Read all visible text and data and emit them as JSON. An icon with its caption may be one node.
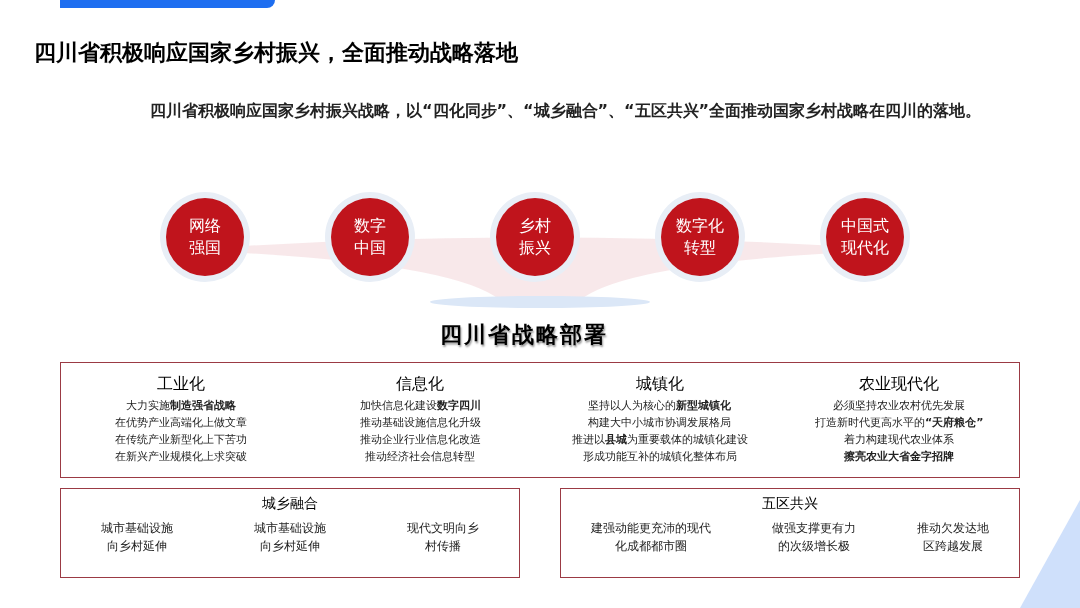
{
  "diagram": {
    "title": "四川省积极响应国家乡村振兴，全面推动战略落地",
    "nodes": [
      {
        "text": [
          "网络强国"
        ]
      },
      {
        "text": [
          "数字中国"
        ]
      },
      {
        "text": [
          "乡村振兴"
        ]
      },
      {
        "text": [
          "数字化转型"
        ]
      },
      {
        "text": [
          "中国式现代化"
        ]
      },
      {
        "text": [
          "工业化",
          "大力实施**制造强省战略**",
          "在优势产业高端化上做文章",
          "在传统产业新型化上下苦功",
          "在新兴产业规模化上求突破",
          "信息化",
          "加快信息化建设**数字四川**",
          "推动基础设施信息化升级",
          "推动企业行业信息化改造",
          "推动经济社会信息转型",
          "城镇化",
          "坚持以人为核心的**新型城镇化**",
          "构建大中小城市协调发展格局",
          "推进以**县城**为重要载体的城镇化建设",
          "形成功能互补的城镇化整体布局",
          "农业现代化",
          "必须坚持农业农村优先发展",
          "打造新时代更高水平的**“天府粮仓”**",
          "着力构建现代农业体系",
          "**擦亮农业大省金字招牌**"
        ]
      },
      {
        "text": [
          "城乡融合",
          "城市基础设施向乡村延伸",
          "城市基础设施向乡村延伸",
          "现代文明向乡村传播"
        ]
      },
      {
        "text": [
          "五区共兴",
          "建强动能更充沛的现代化成都都市圈",
          "做强支撑更有力的次级增长极",
          "推动欠发达地区跨越发展"
        ]
      }
    ],
    "edges": [],
    "labels": [
      "四川省积极响应国家乡村振兴战略，以“四化同步”、“城乡融合”、“五区共兴”全面推动国家乡村战略在四川的落地。",
      "四川省战略部署"
    ]
  }
}
